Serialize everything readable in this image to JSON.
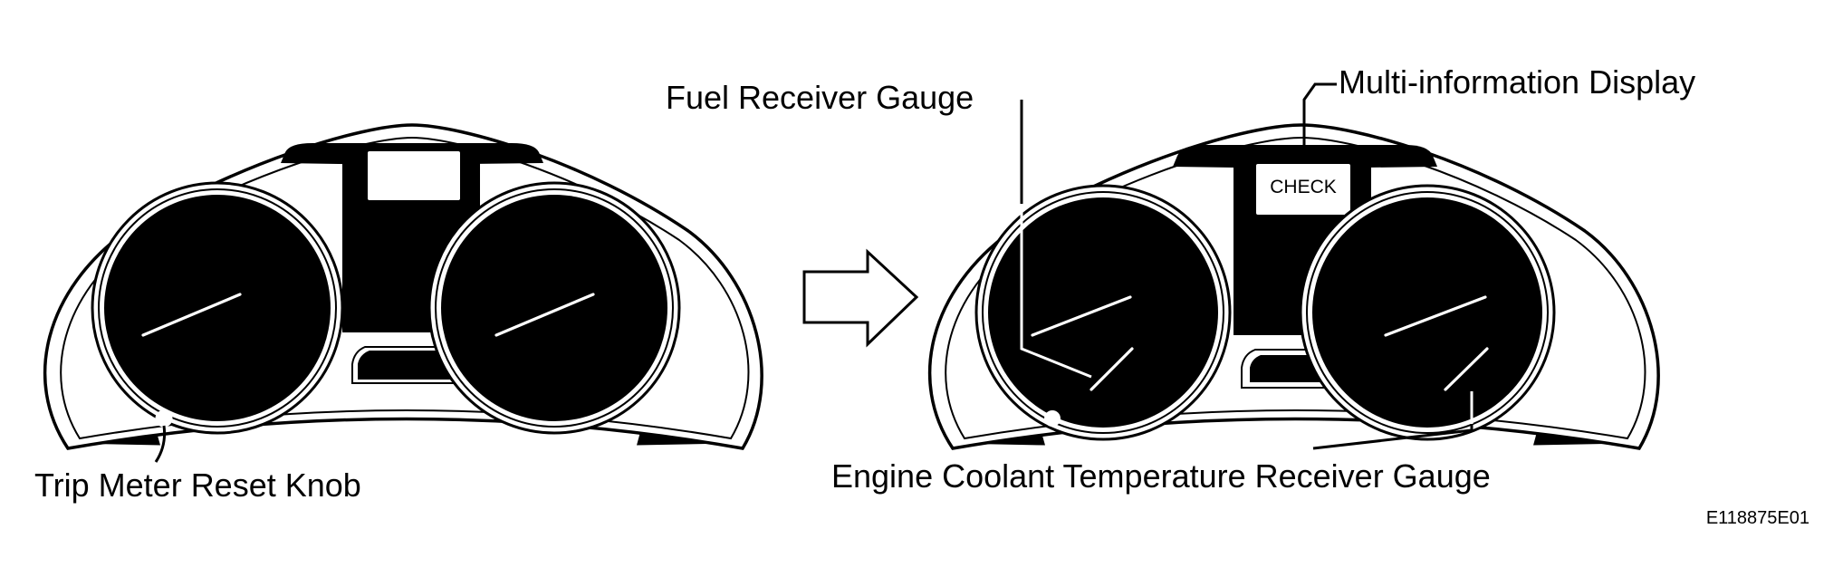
{
  "labels": {
    "fuel_receiver_gauge": "Fuel Receiver Gauge",
    "multi_information_display": "Multi-information Display",
    "trip_meter_reset_knob": "Trip Meter Reset Knob",
    "engine_coolant_temperature_receiver_gauge": "Engine Coolant Temperature Receiver Gauge"
  },
  "display_text": "CHECK",
  "figure_code": "E118875E01",
  "colors": {
    "ink": "#000000",
    "paper": "#ffffff"
  }
}
